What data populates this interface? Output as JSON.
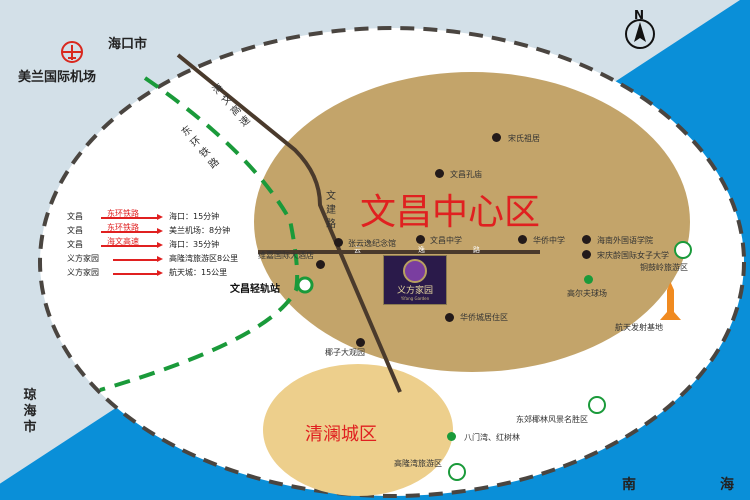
{
  "regions": {
    "haikou": "海口市",
    "qionghai": "琼海市",
    "nanhai_1": "南",
    "nanhai_2": "海",
    "center": "文昌中心区",
    "qinglan": "清澜城区"
  },
  "airport": "美兰国际机场",
  "compass": "N",
  "roads": {
    "haiwen": [
      "海",
      "文",
      "高",
      "速"
    ],
    "donghuan": [
      "东",
      "环",
      "铁",
      "路"
    ],
    "wenjian": [
      "文",
      "建",
      "路"
    ],
    "yunyi": [
      "云",
      "逸",
      "路"
    ]
  },
  "station": "文昌轻轨站",
  "project": {
    "name": "义方家园",
    "sub": "Yifang Garden"
  },
  "pois": {
    "songshi": "宋氏祖居",
    "kongmiao": "文昌孔庙",
    "zhangyunyi": "张云逸纪念馆",
    "wenchang_school": "文昌中学",
    "huaqiao_school": "华侨中学",
    "foreign_lang": "海南外国语学院",
    "soong": "宋庆龄国际女子大学",
    "tonggu": "铜鼓岭旅游区",
    "golf": "高尔夫球场",
    "space": "航天发射基地",
    "weijia": "维嘉国际大酒店",
    "huaqiao_res": "华侨城居住区",
    "yezi": "椰子大观园",
    "dongjiao": "东郊椰林风景名胜区",
    "bamen": "八门湾、红树林",
    "gaolong": "高隆湾旅游区"
  },
  "legend": [
    {
      "from": "文昌",
      "via": "东环铁路",
      "to": "海口：15分钟"
    },
    {
      "from": "文昌",
      "via": "东环铁路",
      "to": "美兰机场：8分钟"
    },
    {
      "from": "文昌",
      "via": "海文高速",
      "to": "海口：35分钟"
    },
    {
      "from": "义方家园",
      "via": "",
      "to": "高隆湾旅游区8公里"
    },
    {
      "from": "义方家园",
      "via": "",
      "to": "航天城：15公里"
    }
  ],
  "colors": {
    "sea": "#0a8fd8",
    "land": "#d3e0e8",
    "center": "#c3a46a",
    "qinglan": "#edcf8c",
    "rail": "#1a9a3a",
    "road": "#4a3a2c",
    "red": "#e02020"
  }
}
